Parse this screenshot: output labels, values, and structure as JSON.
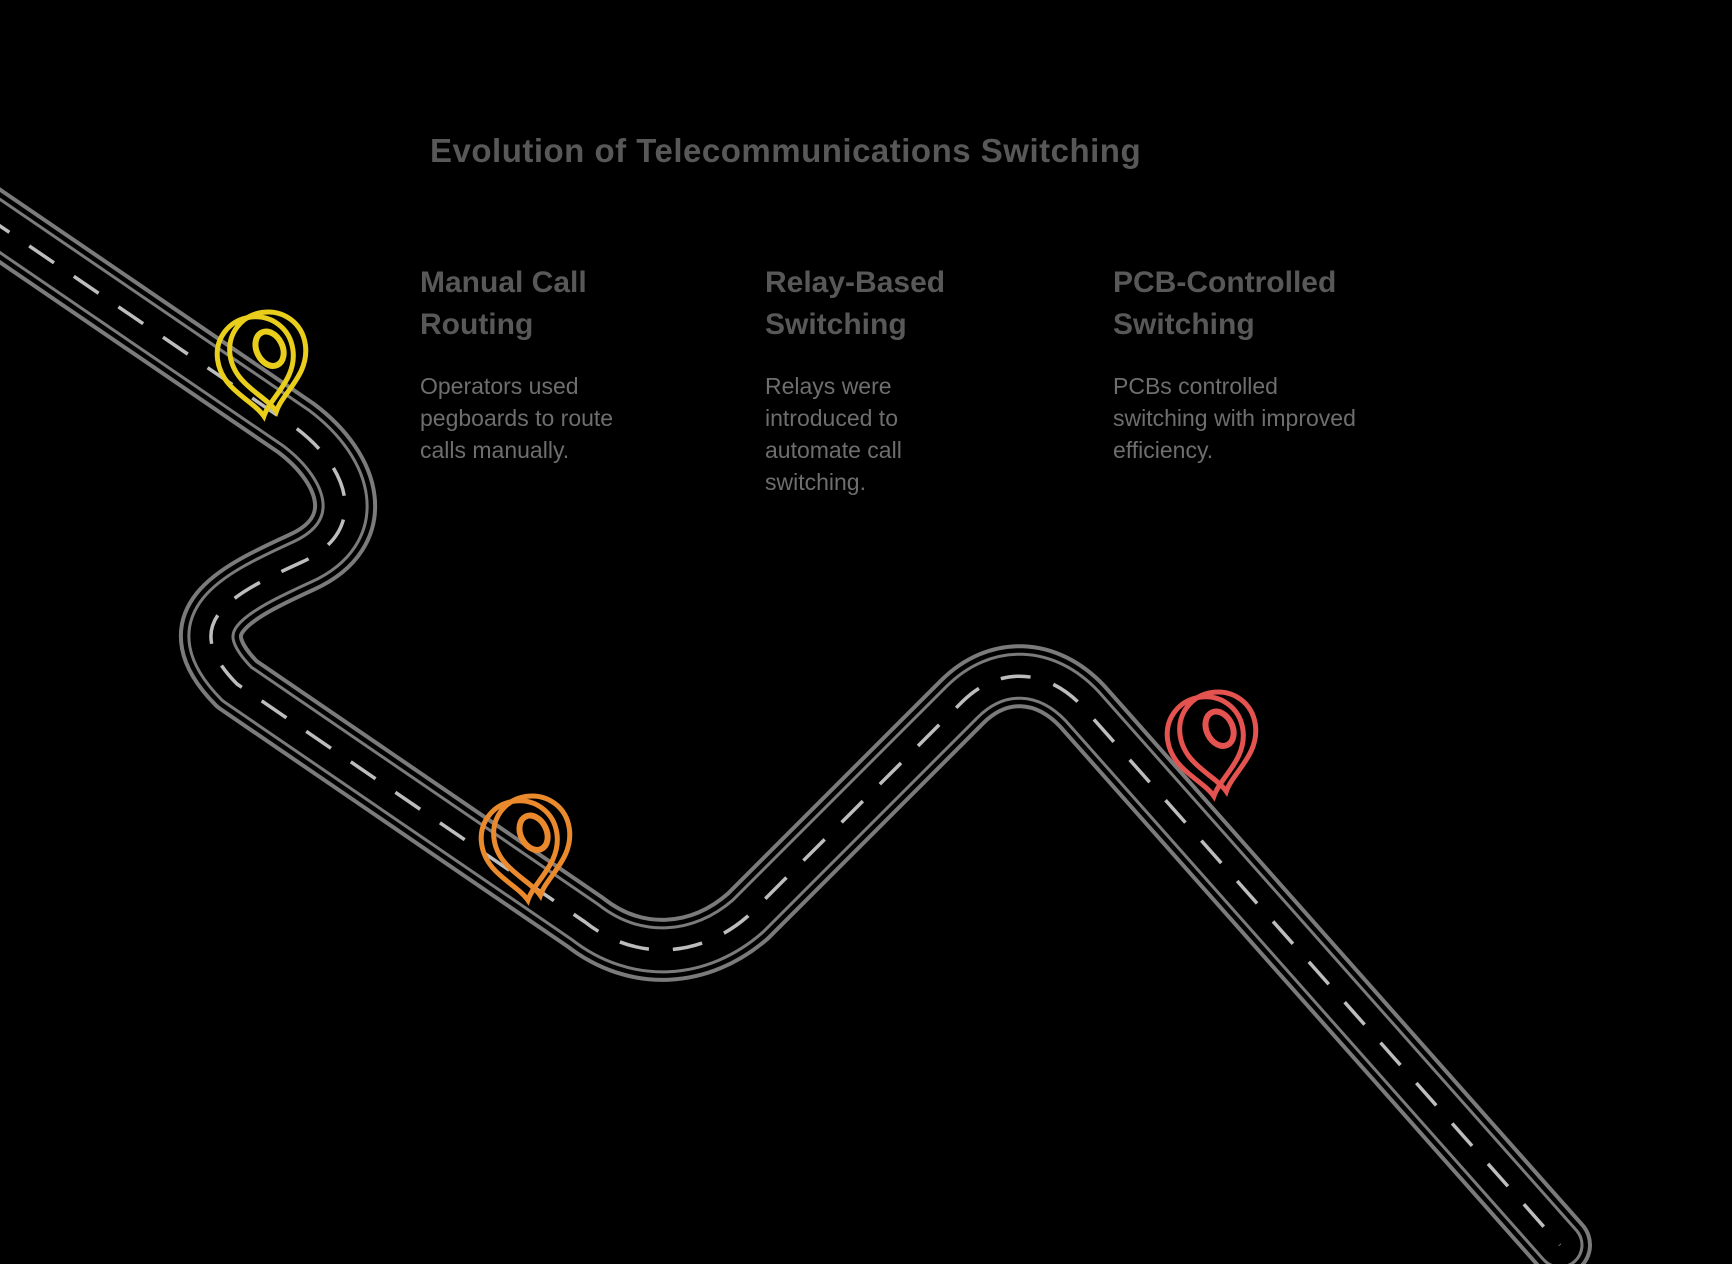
{
  "title": "Evolution of Telecommunications Switching",
  "stages": [
    {
      "heading": "Manual Call Routing",
      "description": "Operators used pegboards to route calls manually.",
      "pin_color": "#e9ce1c"
    },
    {
      "heading": "Relay-Based Switching",
      "description": "Relays were introduced to automate call switching.",
      "pin_color": "#ea8a2d"
    },
    {
      "heading": "PCB-Controlled Switching",
      "description": "PCBs controlled switching with improved efficiency.",
      "pin_color": "#e4534f"
    }
  ],
  "colors": {
    "background": "#000000",
    "road_edge": "#7b7b7b",
    "road_dash": "#bdbdbd",
    "text_heading": "#585858",
    "text_body": "#6e6e6e"
  }
}
